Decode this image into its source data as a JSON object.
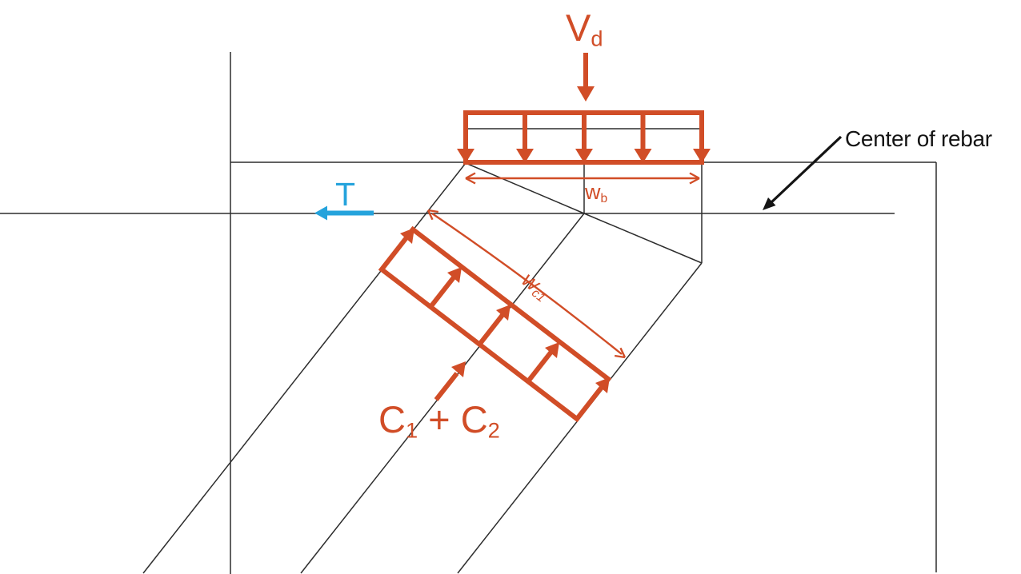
{
  "colors": {
    "accent_red": "#d14d27",
    "accent_blue": "#25a3dc",
    "line_black": "#2d2d2d",
    "text_black": "#141414",
    "background": "#ffffff"
  },
  "labels": {
    "shear_force": {
      "main": "V",
      "sub": "d"
    },
    "bearing_width": {
      "main": "w",
      "sub": "b"
    },
    "tie_force": "T",
    "strut_width": {
      "main": "w",
      "sub": "c1"
    },
    "compression_force": {
      "c1_main": "C",
      "c1_sub": "1",
      "operator": " + ",
      "c2_main": "C",
      "c2_sub": "2"
    },
    "rebar_note": "Center of rebar"
  }
}
